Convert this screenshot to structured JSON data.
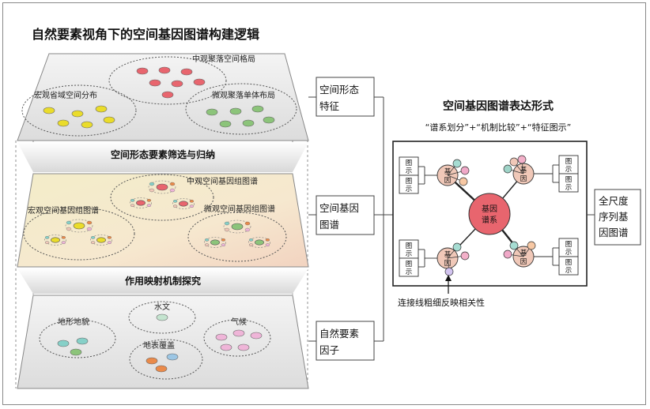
{
  "left": {
    "title": "自然要素视角下的空间基因图谱构建逻辑",
    "layer1": {
      "labels": [
        "中观聚落空间格局",
        "宏观省域空间分布",
        "微观聚落单体布局"
      ],
      "side_box": [
        "空间形态",
        "特征"
      ]
    },
    "band1": "空间形态要素筛选与归纳",
    "layer2": {
      "labels": [
        "中观空间基因组图谱",
        "宏观空间基因组图谱",
        "微观空间基因组图谱"
      ],
      "side_box": [
        "空间基因",
        "图谱"
      ]
    },
    "band2": "作用映射机制探究",
    "layer3": {
      "labels": [
        "地形地貌",
        "水文",
        "气候",
        "地表覆盖"
      ],
      "side_box": [
        "自然要素",
        "因子"
      ]
    }
  },
  "right": {
    "title": "空间基因图谱表达形式",
    "subtitle": "“谱系划分”+“机制比较”+“特征图示”",
    "center_label": [
      "基因",
      "谱系"
    ],
    "gene_label": [
      "基",
      "因"
    ],
    "tushi_label": [
      "图",
      "示"
    ],
    "side_box": [
      "全尺度",
      "序列基",
      "因图谱"
    ],
    "note": "连接线粗细反映相关性"
  },
  "colors": {
    "red": "#e8656e",
    "yellow": "#eadc2b",
    "green": "#8cc47a",
    "teal": "#86d0c8",
    "orange": "#ea8a4a",
    "pink": "#efb5d8",
    "peach": "#f0c8b8",
    "center": "#e8656e"
  }
}
